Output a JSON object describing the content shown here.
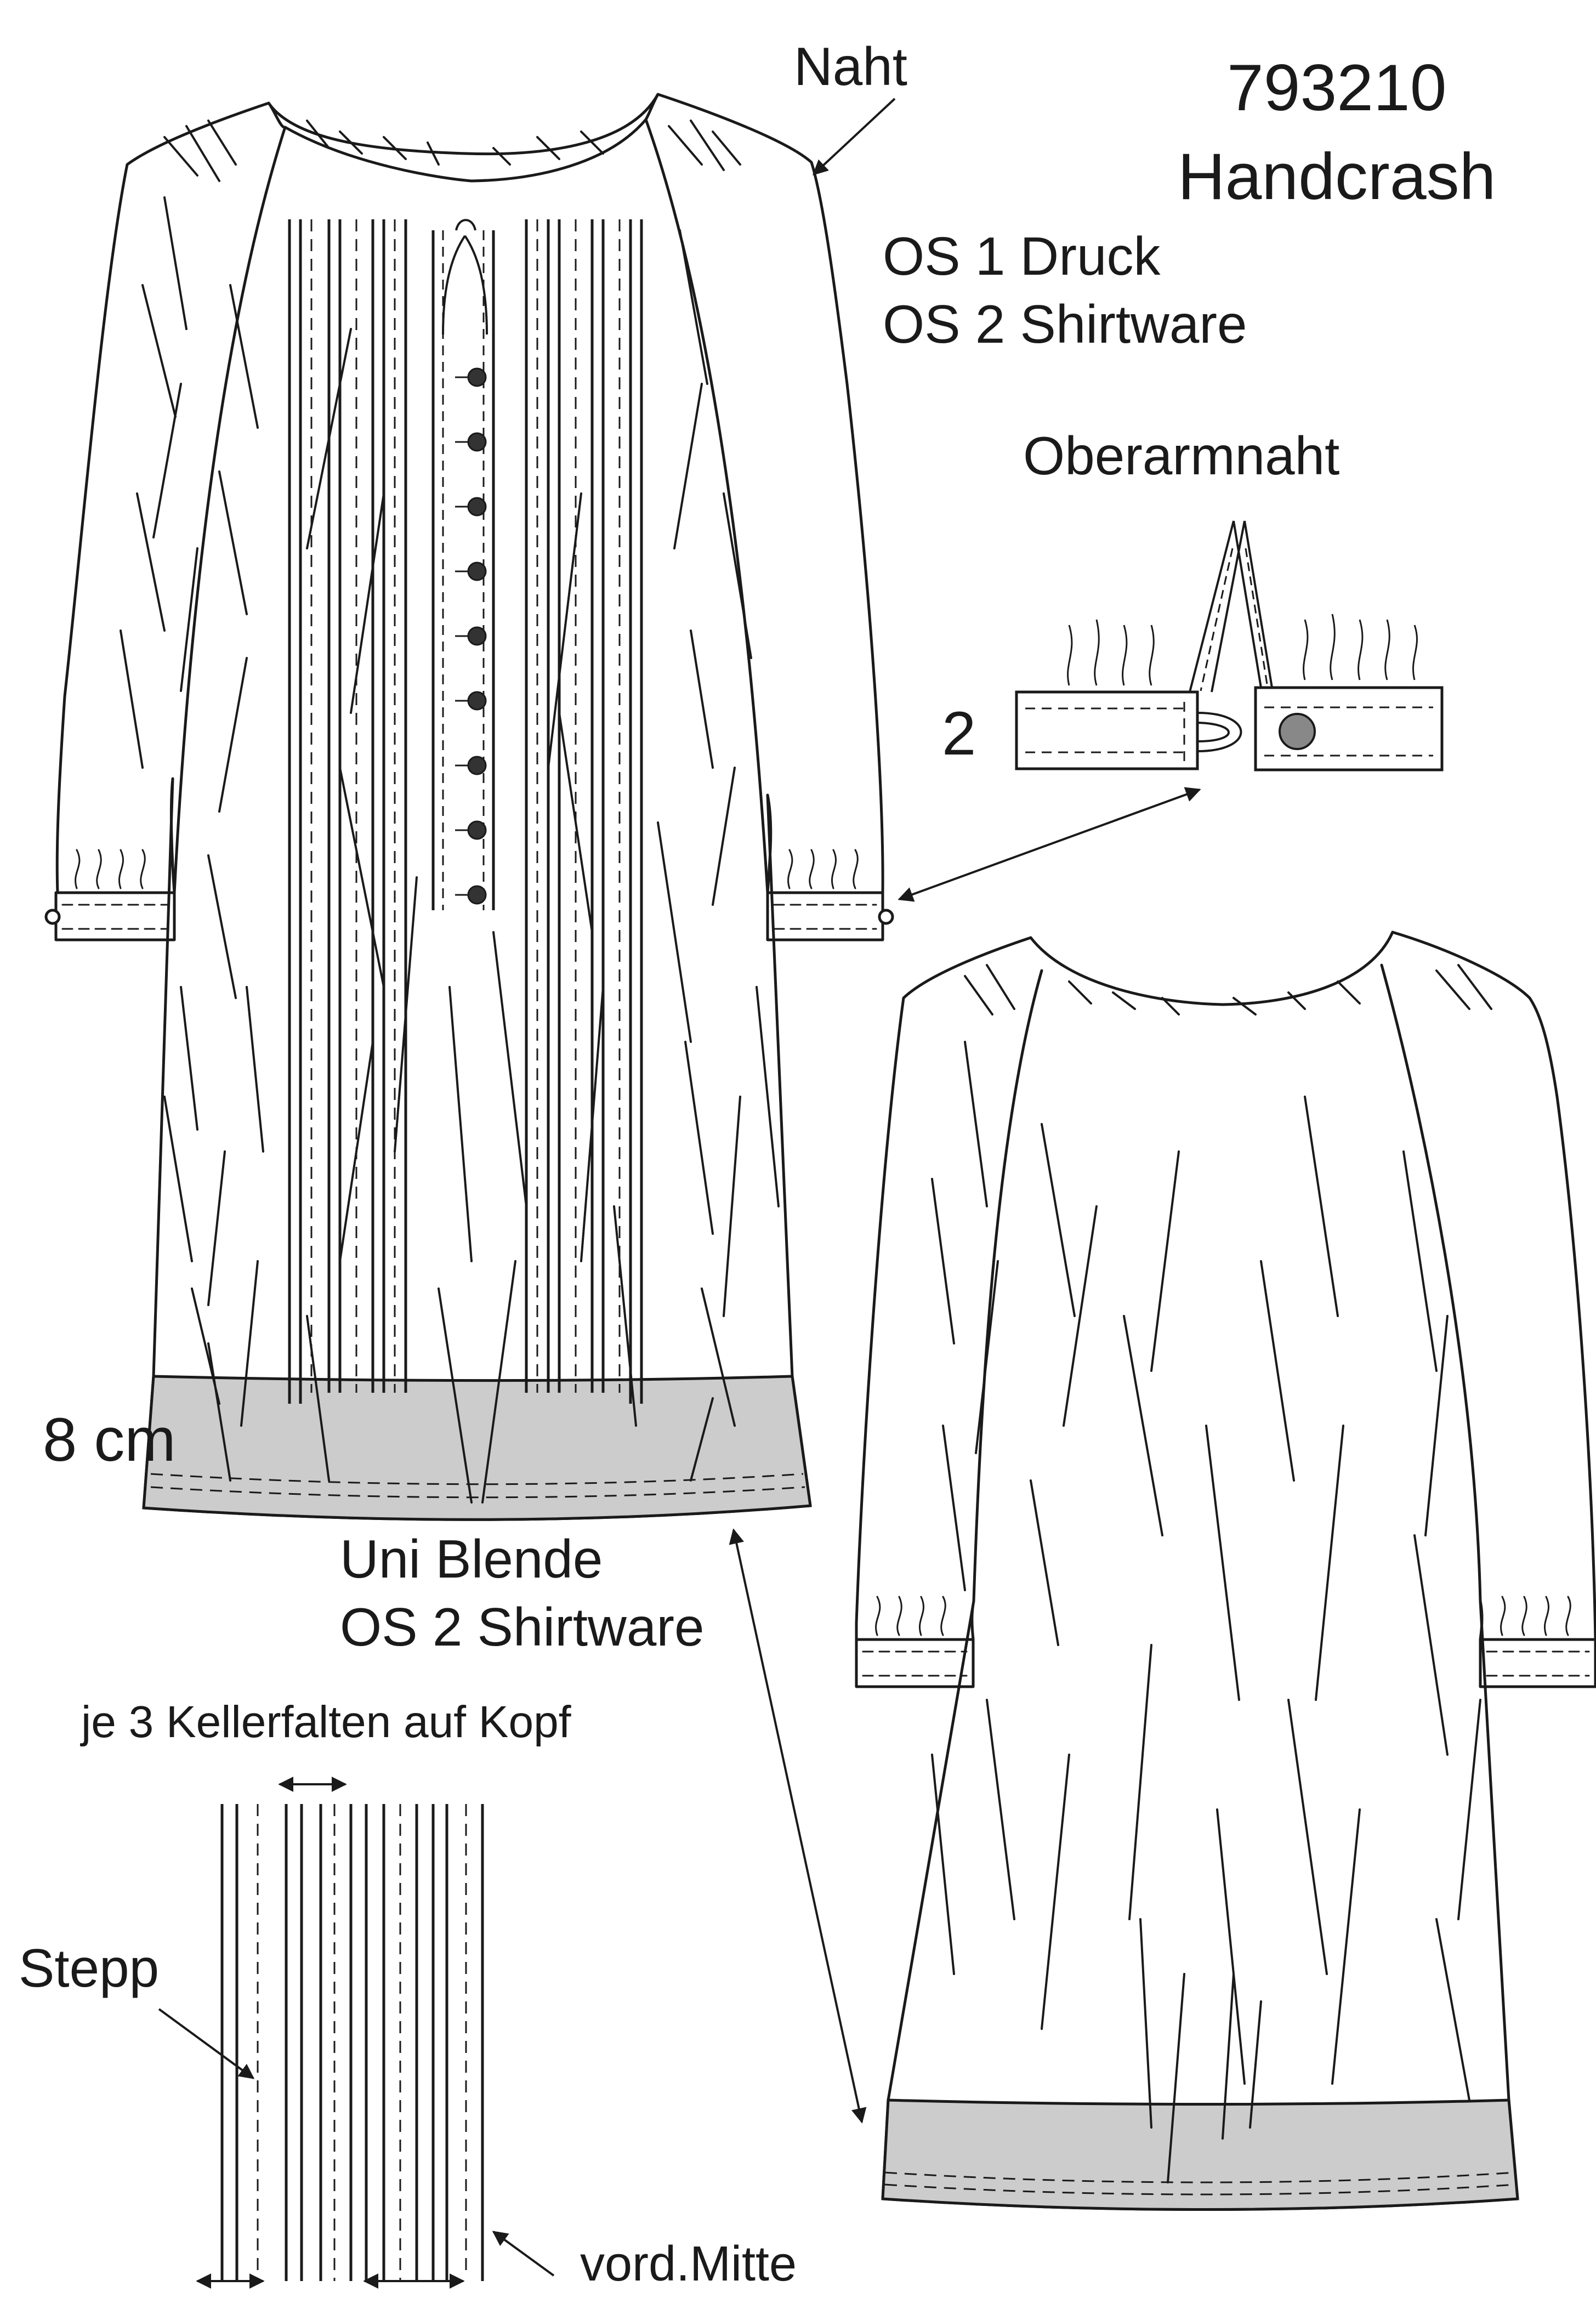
{
  "diagram": {
    "labels": {
      "seam": "Naht",
      "article_number": "793210",
      "fabric_name": "Handcrash",
      "outer_fabric_1": "OS 1 Druck",
      "outer_fabric_2": "OS 2 Shirtware",
      "upper_arm_seam": "Oberarmnaht",
      "cuff_detail_number": "2",
      "hem_band_height": "8 cm",
      "hem_band_name": "Uni Blende",
      "hem_band_fabric": "OS 2 Shirtware",
      "pleat_note": "je 3 Kellerfalten auf Kopf",
      "topstitch": "Stepp",
      "center_front": "vord.Mitte"
    },
    "colors": {
      "line": "#1a1a1a",
      "hem_band_fill": "#cccccc",
      "button_fill": "#333333",
      "cuff_button_fill": "#888888",
      "background": "#ffffff"
    }
  }
}
